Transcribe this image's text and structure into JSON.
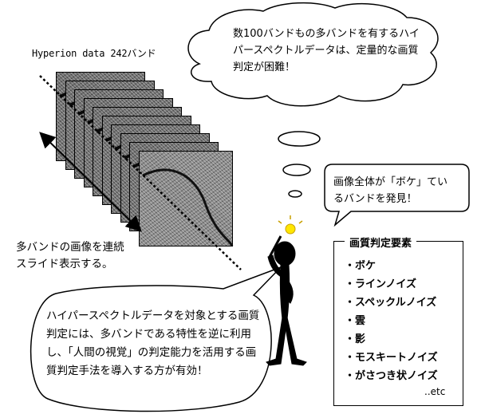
{
  "stack_label": "Hyperion data 242バンド",
  "cloud_text": "数100バンドもの多バンドを有するハイパースペクトルデータは、定量的な画質判定が困難！",
  "found_text": "画像全体が「ボケ」ているバンドを発見！",
  "slide_text": "多バンドの画像を連続スライド表示する。",
  "main_text": "ハイパースペクトルデータを対象とする画質判定には、多バンドである特性を逆に利用し、「人間の視覚」の判定能力を活用する画質判定手法を導入する方が有効！",
  "elements": {
    "title": "画質判定要素",
    "items": [
      "・ボケ",
      "・ラインノイズ",
      "・スペックルノイズ",
      "・雲",
      "・影",
      "・モスキートノイズ",
      "・がさつき状ノイズ"
    ],
    "etc": "..etc"
  }
}
